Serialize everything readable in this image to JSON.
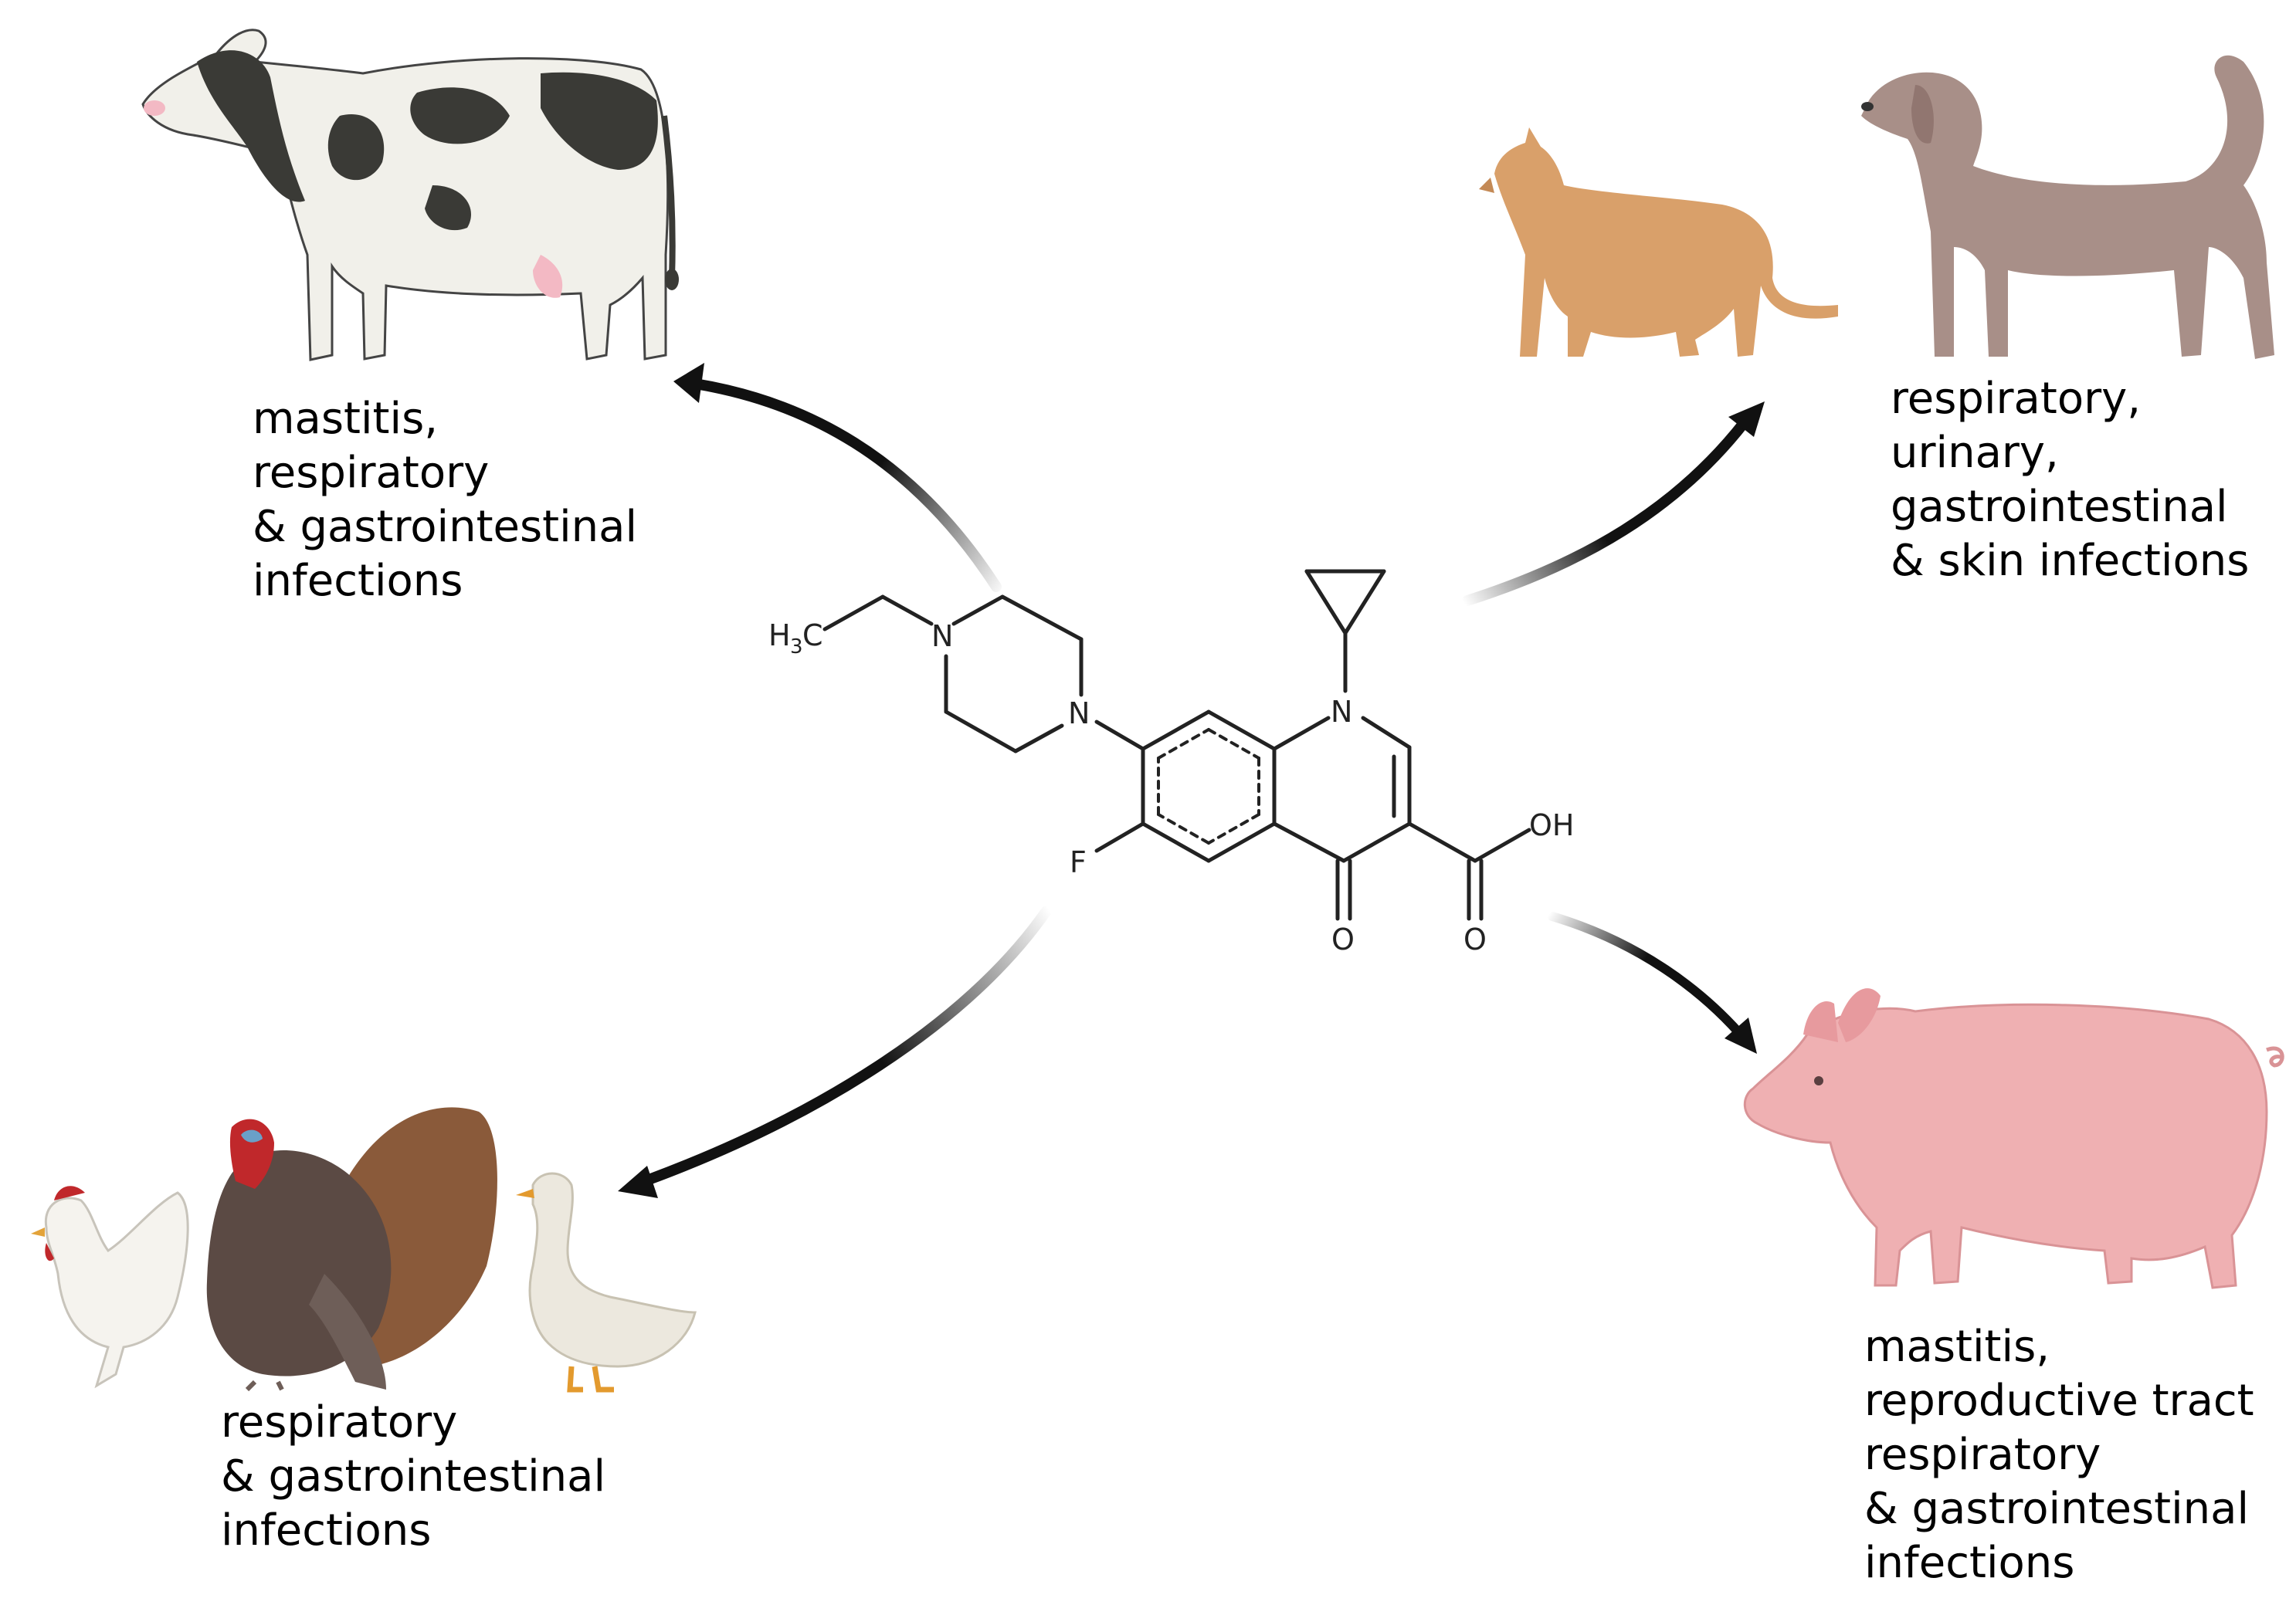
{
  "labels": {
    "cattle": [
      "mastitis,",
      "respiratory",
      "& gastrointestinal",
      "infections"
    ],
    "companion": [
      "respiratory,",
      "urinary,",
      "gastrointestinal",
      "& skin infections"
    ],
    "poultry": [
      "respiratory",
      "& gastrointestinal",
      "infections"
    ],
    "swine": [
      "mastitis,",
      "reproductive tract",
      "respiratory",
      "& gastrointestinal",
      "infections"
    ]
  },
  "molecule": {
    "atoms": {
      "n_piperazine_top": "N",
      "n_piperazine_bottom": "N",
      "n_quinolone": "N",
      "fluorine": "F",
      "keto_oxygen": "O",
      "acid_oxygen": "O",
      "hydroxyl": "OH",
      "methyl_h": "H",
      "methyl_sub": "3",
      "methyl_c": "C"
    }
  },
  "icons": [
    "cow-icon",
    "cat-icon",
    "dog-icon",
    "chicken-icon",
    "turkey-icon",
    "goose-icon",
    "pig-icon"
  ],
  "colors": {
    "arrow": "#111111",
    "cow_body": "#f1f0ea",
    "cow_spots": "#3a3a36",
    "cat": "#d9a06a",
    "dog": "#a88f88",
    "pig": "#efb0b2",
    "turkey": "#5b4a44",
    "turkey_tail": "#8a5a3a",
    "chicken": "#f5f3ee",
    "goose": "#ece8de",
    "comb": "#c0282b"
  }
}
